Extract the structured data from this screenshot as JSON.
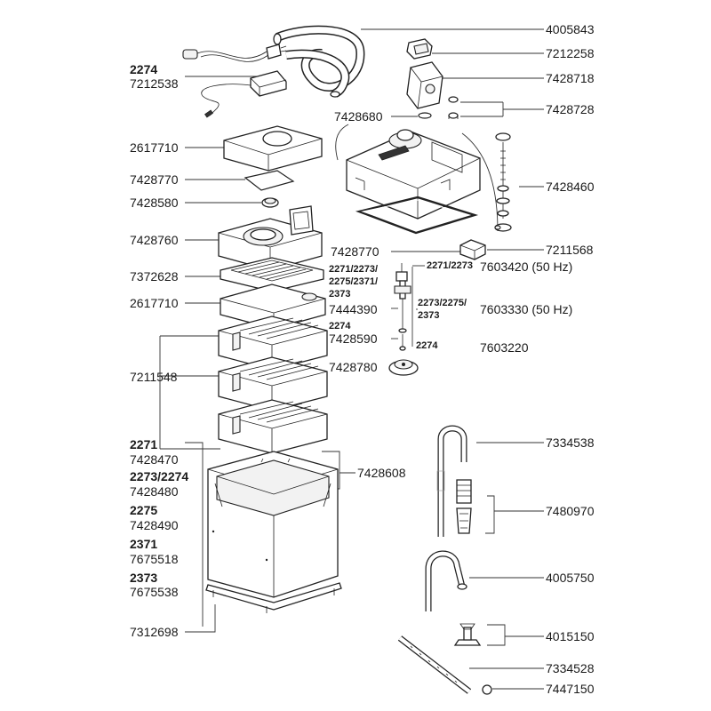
{
  "labels": {
    "p4005843": "4005843",
    "p7212258": "7212258",
    "model_2274_a": "2274",
    "p7212538": "7212538",
    "p7428718": "7428718",
    "p7428680": "7428680",
    "p7428728": "7428728",
    "p2617710_a": "2617710",
    "p7428770_a": "7428770",
    "p7428460": "7428460",
    "p7428580": "7428580",
    "p7428760": "7428760",
    "p7428770_b": "7428770",
    "p7211568": "7211568",
    "models_2271_2273": "2271/2273",
    "p7603420": "7603420 (50 Hz)",
    "p7372628": "7372628",
    "models_multi_1": "2271/2273/",
    "models_multi_2": "2275/2371/",
    "models_multi_3": "2373",
    "p2617710_b": "2617710",
    "models_2273_2275_1": "2273/2275/",
    "models_2273_2275_2": "2373",
    "p7444390": "7444390",
    "p7603330": "7603330 (50 Hz)",
    "model_2274_b": "2274",
    "p7428590": "7428590",
    "model_2274_c": "2274",
    "p7603220": "7603220",
    "p7428780": "7428780",
    "p7211548": "7211548",
    "p7334538": "7334538",
    "model_2271": "2271",
    "p7428470": "7428470",
    "p7428608": "7428608",
    "model_2273_2274": "2273/2274",
    "p7428480": "7428480",
    "p7480970": "7480970",
    "model_2275": "2275",
    "p7428490": "7428490",
    "model_2371": "2371",
    "p7675518": "7675518",
    "model_2373": "2373",
    "p7675538": "7675538",
    "p4005750": "4005750",
    "p7312698": "7312698",
    "p4015150": "4015150",
    "p7334528": "7334528",
    "p7447150": "7447150"
  }
}
